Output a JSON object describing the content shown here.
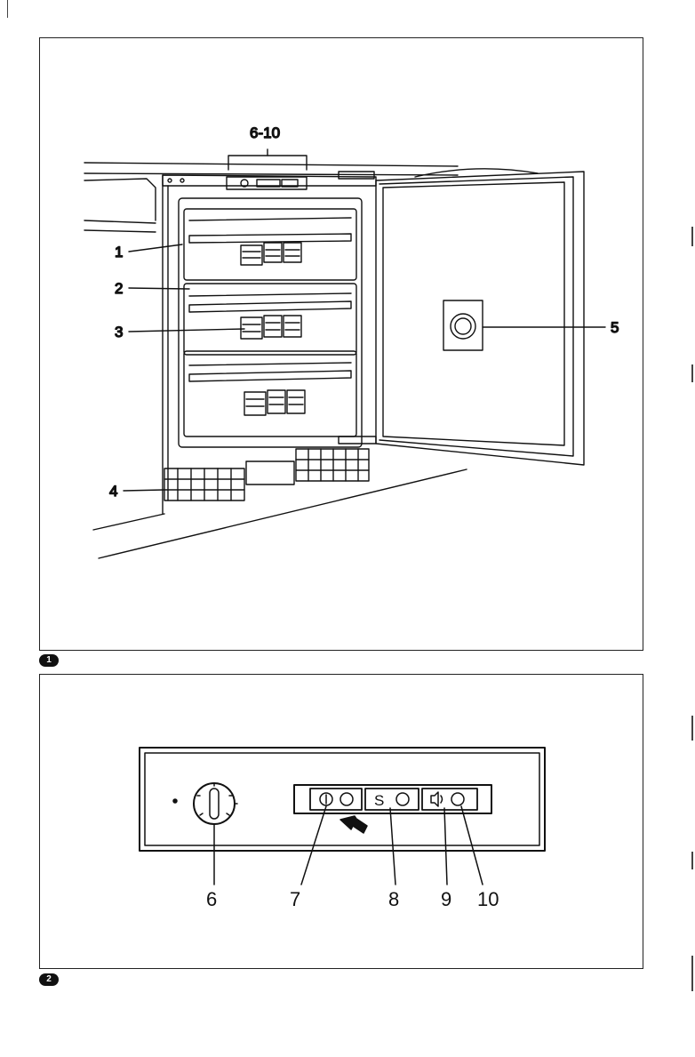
{
  "figure1": {
    "badge": "1",
    "callouts": {
      "c1": "1",
      "c2": "2",
      "c3": "3",
      "c4": "4",
      "c5": "5",
      "c610": "6-10"
    }
  },
  "figure2": {
    "badge": "2",
    "callouts": {
      "c6": "6",
      "c7": "7",
      "c8": "8",
      "c9": "9",
      "c10": "10"
    },
    "button_letter": "S"
  }
}
